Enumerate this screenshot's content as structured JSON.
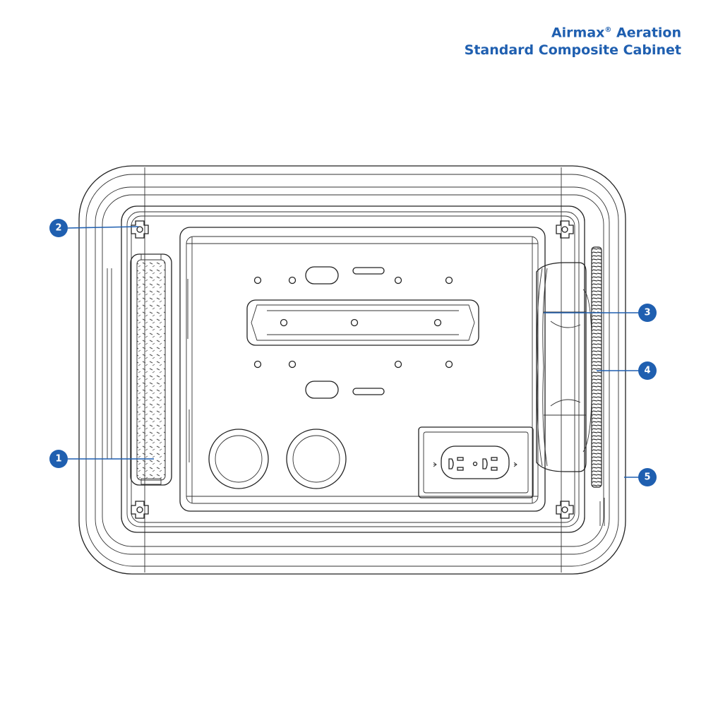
{
  "title": {
    "line1_brand": "Airmax",
    "line1_mark": "®",
    "line1_rest": " Aeration",
    "line2": "Standard Composite Cabinet"
  },
  "colors": {
    "accent": "#1f5fb0",
    "line": "#222222"
  },
  "callouts": [
    {
      "label": "1",
      "target": "filter"
    },
    {
      "label": "2",
      "target": "corner-screw"
    },
    {
      "label": "3",
      "target": "fan"
    },
    {
      "label": "4",
      "target": "vent-grille"
    },
    {
      "label": "5",
      "target": "cabinet-edge"
    }
  ]
}
